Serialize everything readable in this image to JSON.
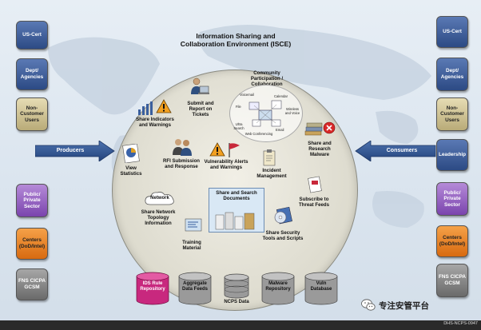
{
  "title": "Information Sharing and Collaboration Environment (ISCE)",
  "left_boxes": [
    {
      "label": "US-Cert",
      "color": "blue"
    },
    {
      "label": "Dept/ Agencies",
      "color": "blue"
    },
    {
      "label": "Non- Customer Users",
      "color": "tan"
    },
    {
      "label": "Public/ Private Sector",
      "color": "purple"
    },
    {
      "label": "Centers (DoD/Intel)",
      "color": "orange"
    },
    {
      "label": "FNS CICPA GCSM",
      "color": "gray"
    }
  ],
  "right_boxes": [
    {
      "label": "US-Cert",
      "color": "blue"
    },
    {
      "label": "Dept/ Agencies",
      "color": "blue"
    },
    {
      "label": "Non- Customer Users",
      "color": "tan"
    },
    {
      "label": "Leadership",
      "color": "blue"
    },
    {
      "label": "Public/ Private Sector",
      "color": "purple"
    },
    {
      "label": "Centers (DoD/Intel)",
      "color": "orange"
    },
    {
      "label": "FNS CICPA GCSM",
      "color": "gray"
    }
  ],
  "arrows": {
    "producers": "Producers",
    "consumers": "Consumers"
  },
  "nodes": {
    "share_indicators": "Share Indicators and Warnings",
    "submit_report": "Submit and Report on Tickets",
    "community": "Community Participation / Collaboration",
    "view_statistics": "View Statistics",
    "rfi": "RFI Submission and Response",
    "vulnerability": "Vulnerability Alerts and Warnings",
    "incident": "Incident Management",
    "share_malware": "Share and Research Malware",
    "share_network": "Share Network Topology Information",
    "network_icon": "Network",
    "share_search": "Share and Search Documents",
    "subscribe": "Subscribe to Threat Feeds",
    "training": "Training Material",
    "share_security": "Share Security Tools and Scripts"
  },
  "collab_items": {
    "voicemail": "Voicemail",
    "calendar": "Calendar",
    "file": "File",
    "wireless": "Wireless and Voice",
    "ultra": "Ultra Search",
    "web": "Web Conferencing",
    "email": "Email"
  },
  "databases": [
    {
      "label": "IDS Rule Repository",
      "color": "#c8287e"
    },
    {
      "label": "Aggregate Data Feeds",
      "color": "#9a9a9a"
    },
    {
      "label": "NCPS Data",
      "color": "#9a9a9a"
    },
    {
      "label": "Malware Repository",
      "color": "#9a9a9a"
    },
    {
      "label": "Vuln Database",
      "color": "#9a9a9a"
    }
  ],
  "footer_code": "DHS-NCPS-0947",
  "watermark": "专注安管平台",
  "icons": [
    "bar-chart-icon",
    "warning-icon",
    "person-computer-icon",
    "pie-chart-icon",
    "people-icon",
    "flag-icon",
    "clipboard-icon",
    "books-icon",
    "error-icon",
    "network-cloud-icon",
    "document-stack-icon",
    "rss-feed-icon",
    "training-screen-icon",
    "cd-icon",
    "wechat-icon"
  ]
}
